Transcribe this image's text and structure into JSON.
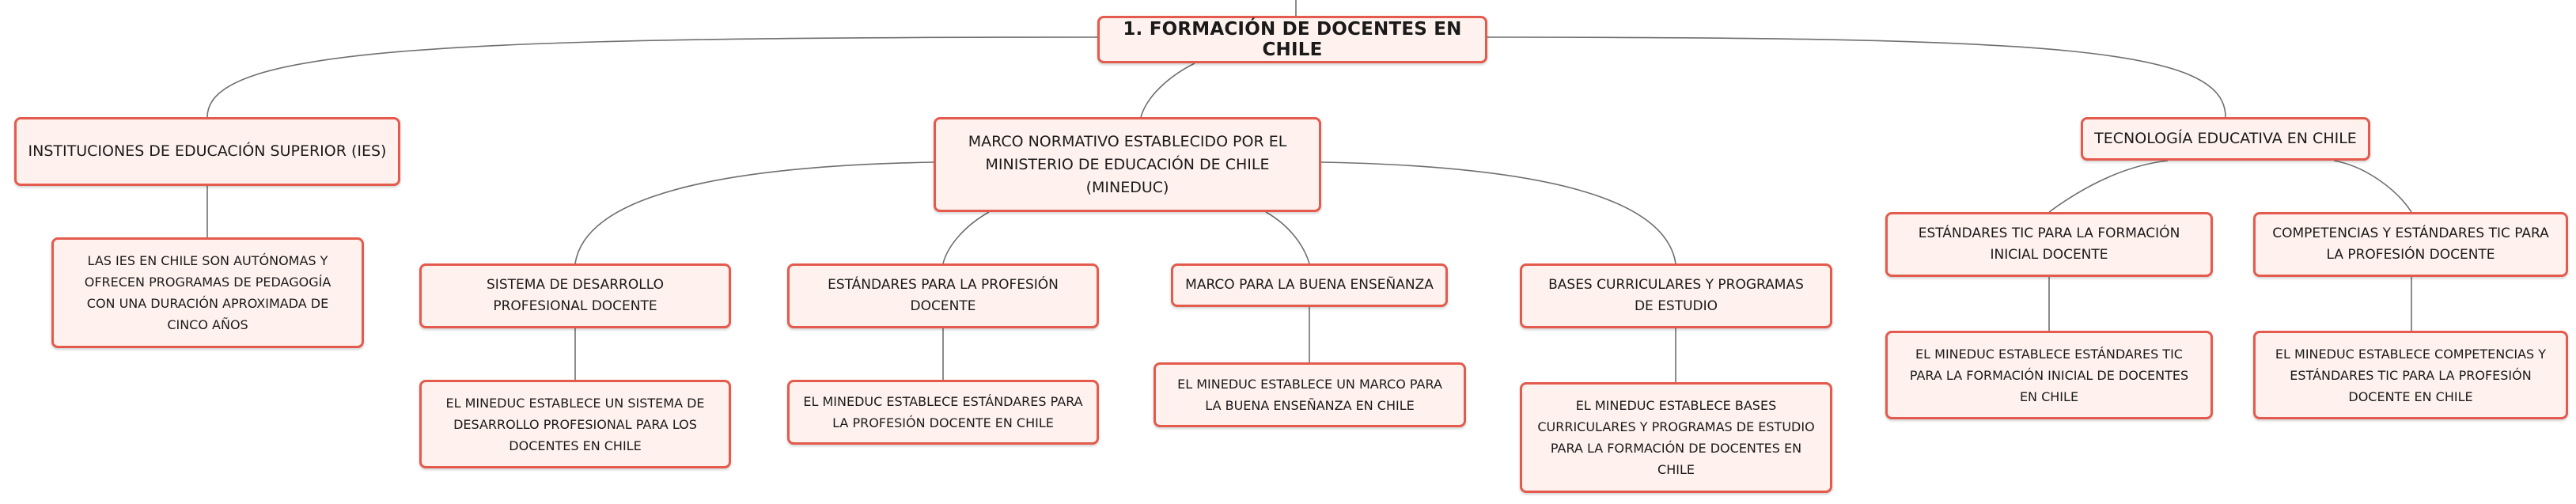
{
  "root": "1. FORMACIÓN DE DOCENTES EN CHILE",
  "branches": {
    "ies": {
      "title": "INSTITUCIONES DE EDUCACIÓN SUPERIOR (IES)",
      "detail": "LAS IES EN CHILE SON AUTÓNOMAS Y OFRECEN PROGRAMAS DE PEDAGOGÍA CON UNA DURACIÓN APROXIMADA DE CINCO AÑOS"
    },
    "mineduc": {
      "title": "MARCO NORMATIVO ESTABLECIDO POR EL MINISTERIO DE EDUCACIÓN DE CHILE (MINEDUC)",
      "children": [
        {
          "title": "SISTEMA DE DESARROLLO PROFESIONAL DOCENTE",
          "detail": "EL MINEDUC ESTABLECE UN SISTEMA DE DESARROLLO PROFESIONAL PARA LOS DOCENTES EN CHILE"
        },
        {
          "title": "ESTÁNDARES PARA LA PROFESIÓN DOCENTE",
          "detail": "EL MINEDUC ESTABLECE ESTÁNDARES PARA LA PROFESIÓN DOCENTE EN CHILE"
        },
        {
          "title": "MARCO PARA LA BUENA ENSEÑANZA",
          "detail": "EL MINEDUC ESTABLECE UN MARCO PARA LA BUENA ENSEÑANZA EN CHILE"
        },
        {
          "title": "BASES CURRICULARES Y PROGRAMAS DE ESTUDIO",
          "detail": "EL MINEDUC ESTABLECE BASES CURRICULARES Y PROGRAMAS DE ESTUDIO PARA LA FORMACIÓN DE DOCENTES EN CHILE"
        }
      ]
    },
    "tic": {
      "title": "TECNOLOGÍA EDUCATIVA EN CHILE",
      "children": [
        {
          "title": "ESTÁNDARES TIC PARA LA FORMACIÓN INICIAL DOCENTE",
          "detail": "EL MINEDUC ESTABLECE ESTÁNDARES TIC PARA LA FORMACIÓN INICIAL DE DOCENTES EN CHILE"
        },
        {
          "title": "COMPETENCIAS Y ESTÁNDARES TIC PARA LA PROFESIÓN DOCENTE",
          "detail": "EL MINEDUC ESTABLECE COMPETENCIAS Y ESTÁNDARES TIC PARA LA PROFESIÓN DOCENTE EN CHILE"
        }
      ]
    }
  }
}
